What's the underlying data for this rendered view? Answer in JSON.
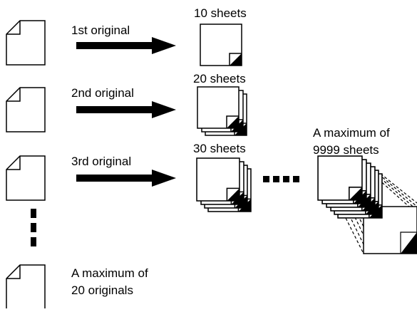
{
  "rows": [
    {
      "original_label": "1st original",
      "copies_label": "10 sheets"
    },
    {
      "original_label": "2nd original",
      "copies_label": "20 sheets"
    },
    {
      "original_label": "3rd original",
      "copies_label": "30 sheets"
    }
  ],
  "max_sheets_label": [
    "A maximum of",
    "9999 sheets"
  ],
  "max_originals_label": [
    "A maximum of",
    "20 originals"
  ],
  "icons": {
    "original": "document-folded-corner-icon",
    "copy": "copy-sheet-stack-icon",
    "arrow": "arrow-right-icon"
  },
  "colors": {
    "ink": "#000000",
    "paper": "#ffffff"
  }
}
